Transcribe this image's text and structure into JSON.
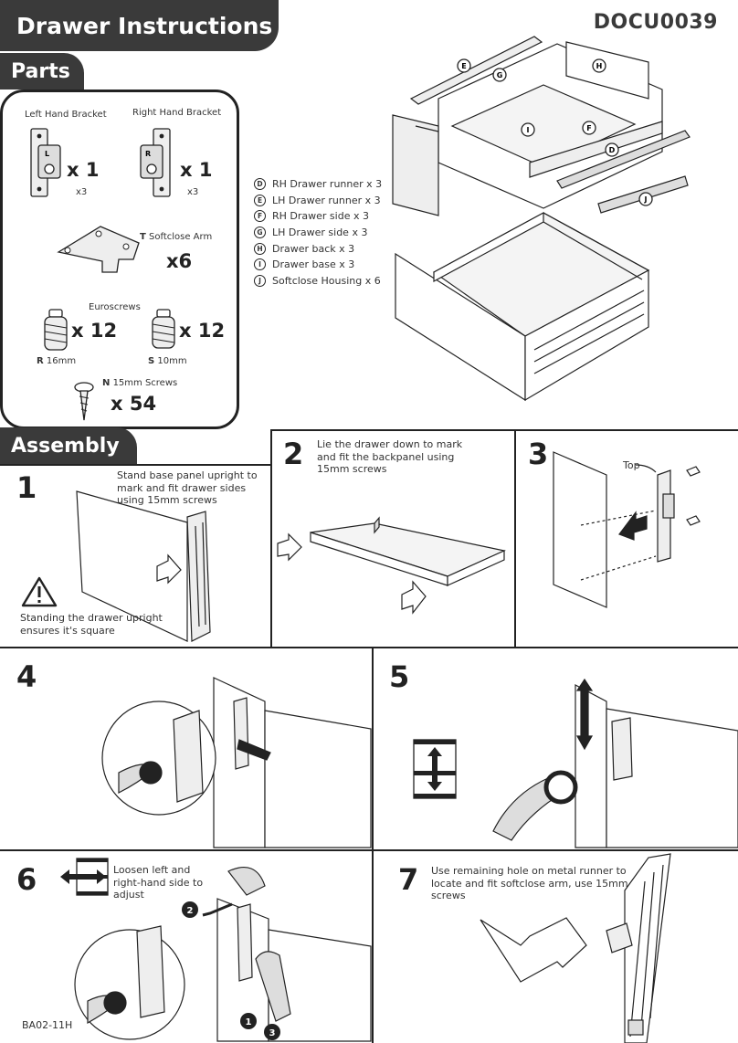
{
  "header": {
    "title": "Drawer Instructions",
    "doc_code": "DOCU0039"
  },
  "parts": {
    "tab_label": "Parts",
    "left_bracket": {
      "label": "Left Hand Bracket",
      "qty": "x 1",
      "sub_qty": "x3",
      "letter": "L"
    },
    "right_bracket": {
      "label": "Right Hand Bracket",
      "qty": "x 1",
      "sub_qty": "x3",
      "letter": "R"
    },
    "softclose_arm": {
      "code": "T",
      "label": "Softclose Arm",
      "qty": "x6"
    },
    "euroscrews": {
      "label": "Euroscrews",
      "r": {
        "code": "R",
        "size": "16mm",
        "qty": "x 12"
      },
      "s": {
        "code": "S",
        "size": "10mm",
        "qty": "x 12"
      }
    },
    "screws": {
      "code": "N",
      "label": "15mm Screws",
      "qty": "x 54"
    }
  },
  "legend": [
    {
      "letter": "D",
      "text": "RH Drawer runner x 3"
    },
    {
      "letter": "E",
      "text": "LH Drawer runner x 3"
    },
    {
      "letter": "F",
      "text": "RH Drawer side x 3"
    },
    {
      "letter": "G",
      "text": "LH Drawer side x 3"
    },
    {
      "letter": "H",
      "text": "Drawer back x 3"
    },
    {
      "letter": "I",
      "text": "Drawer base x 3"
    },
    {
      "letter": "J",
      "text": "Softclose Housing x 6"
    }
  ],
  "assembly": {
    "tab_label": "Assembly",
    "step1": {
      "num": "1",
      "text": "Stand base panel upright to mark and fit drawer sides using 15mm screws",
      "warning": "Standing the drawer upright ensures it's square"
    },
    "step2": {
      "num": "2",
      "text": "Lie the drawer down to mark and fit the backpanel using 15mm screws"
    },
    "step3": {
      "num": "3",
      "label": "Top"
    },
    "step4": {
      "num": "4"
    },
    "step5": {
      "num": "5"
    },
    "step6": {
      "num": "6",
      "text": "Loosen left and right-hand side to adjust",
      "badges": [
        "1",
        "2",
        "3"
      ]
    },
    "step7": {
      "num": "7",
      "text": "Use remaining hole on metal runner to locate and fit softclose arm, use 15mm screws"
    }
  },
  "footer": {
    "code": "BA02-11H"
  }
}
